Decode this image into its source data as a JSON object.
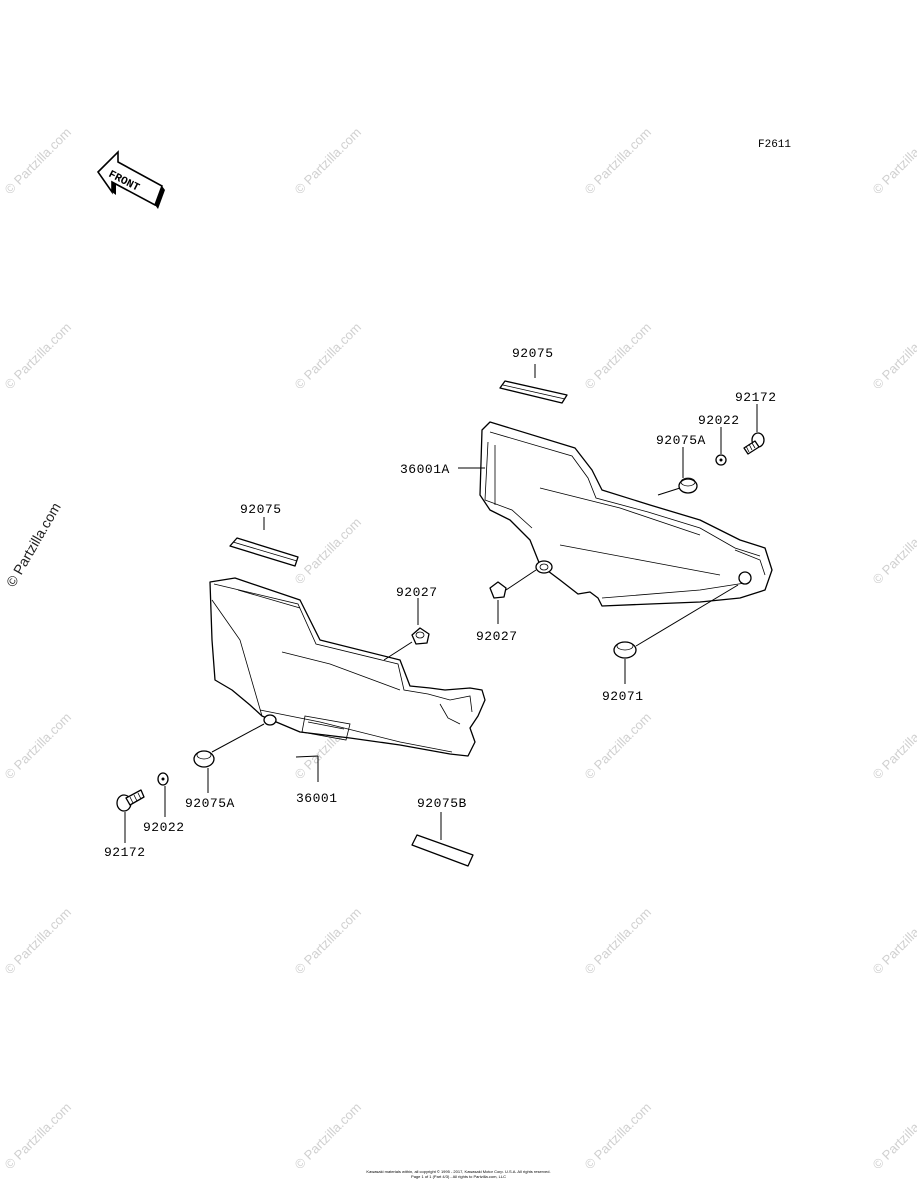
{
  "figure_code": "F2611",
  "front_label": "FRONT",
  "watermark": "© Partzilla.com",
  "labels": {
    "l_92075_top": "92075",
    "l_92172_right": "92172",
    "l_92022_right": "92022",
    "l_92075A_right": "92075A",
    "l_36001A": "36001A",
    "l_92027_right": "92027",
    "l_92071": "92071",
    "l_92075_left": "92075",
    "l_92027_left": "92027",
    "l_36001": "36001",
    "l_92075A_left": "92075A",
    "l_92022_left": "92022",
    "l_92172_left": "92172",
    "l_92075B": "92075B"
  },
  "footer": {
    "line1": "Kawasaki materials within, all copyright © 1995 - 2017, Kawasaki Motor Corp. U.S.A. All rights reserved.",
    "line2": "Page 1 of 1 (Part 4/3) - All rights to Partzilla.com, LLC"
  }
}
